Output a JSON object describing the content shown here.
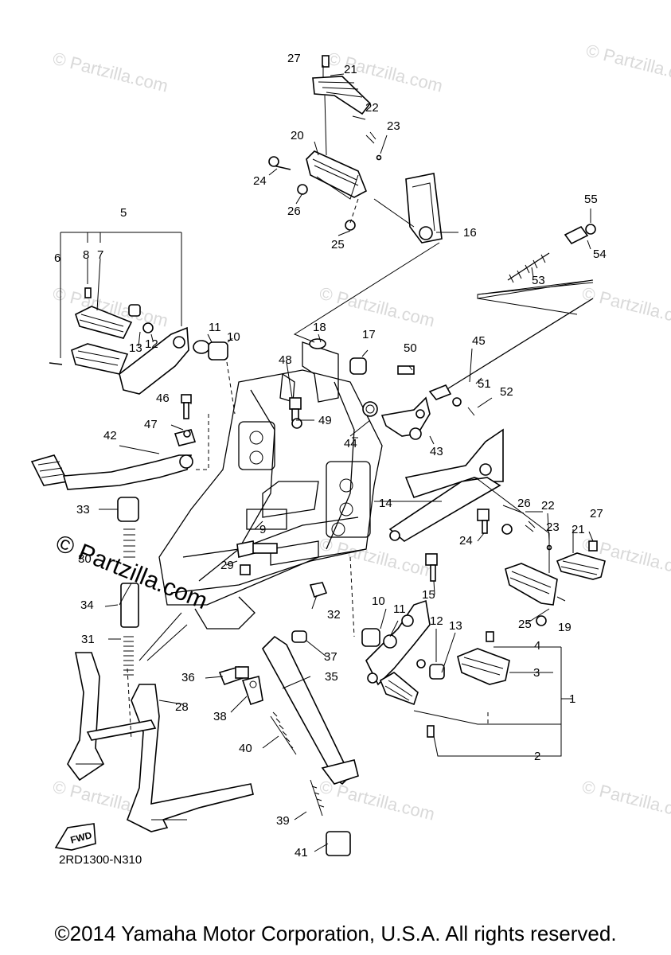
{
  "watermark": {
    "text": "Partzilla.com",
    "symbol": "©"
  },
  "callouts": [
    {
      "id": "c27a",
      "text": "27"
    },
    {
      "id": "c21a",
      "text": "21"
    },
    {
      "id": "c22a",
      "text": "22"
    },
    {
      "id": "c23a",
      "text": "23"
    },
    {
      "id": "c20",
      "text": "20"
    },
    {
      "id": "c24a",
      "text": "24"
    },
    {
      "id": "c26a",
      "text": "26"
    },
    {
      "id": "c25a",
      "text": "25"
    },
    {
      "id": "c16",
      "text": "16"
    },
    {
      "id": "c55",
      "text": "55"
    },
    {
      "id": "c54",
      "text": "54"
    },
    {
      "id": "c53",
      "text": "53"
    },
    {
      "id": "c5",
      "text": "5"
    },
    {
      "id": "c6",
      "text": "6"
    },
    {
      "id": "c8",
      "text": "8"
    },
    {
      "id": "c7",
      "text": "7"
    },
    {
      "id": "c13a",
      "text": "13"
    },
    {
      "id": "c12a",
      "text": "12"
    },
    {
      "id": "c11a",
      "text": "11"
    },
    {
      "id": "c10a",
      "text": "10"
    },
    {
      "id": "c18",
      "text": "18"
    },
    {
      "id": "c17",
      "text": "17"
    },
    {
      "id": "c50",
      "text": "50"
    },
    {
      "id": "c45",
      "text": "45"
    },
    {
      "id": "c46",
      "text": "46"
    },
    {
      "id": "c48",
      "text": "48"
    },
    {
      "id": "c51",
      "text": "51"
    },
    {
      "id": "c52",
      "text": "52"
    },
    {
      "id": "c47",
      "text": "47"
    },
    {
      "id": "c49",
      "text": "49"
    },
    {
      "id": "c44",
      "text": "44"
    },
    {
      "id": "c43",
      "text": "43"
    },
    {
      "id": "c42",
      "text": "42"
    },
    {
      "id": "c14",
      "text": "14"
    },
    {
      "id": "c26b",
      "text": "26"
    },
    {
      "id": "c22b",
      "text": "22"
    },
    {
      "id": "c27b",
      "text": "27"
    },
    {
      "id": "c9",
      "text": "9"
    },
    {
      "id": "c33",
      "text": "33"
    },
    {
      "id": "c23b",
      "text": "23"
    },
    {
      "id": "c24b",
      "text": "24"
    },
    {
      "id": "c21b",
      "text": "21"
    },
    {
      "id": "c30",
      "text": "30"
    },
    {
      "id": "c29",
      "text": "29"
    },
    {
      "id": "c15",
      "text": "15"
    },
    {
      "id": "c34",
      "text": "34"
    },
    {
      "id": "c32",
      "text": "32"
    },
    {
      "id": "c10b",
      "text": "10"
    },
    {
      "id": "c11b",
      "text": "11"
    },
    {
      "id": "c12b",
      "text": "12"
    },
    {
      "id": "c13b",
      "text": "13"
    },
    {
      "id": "c25b",
      "text": "25"
    },
    {
      "id": "c19",
      "text": "19"
    },
    {
      "id": "c4",
      "text": "4"
    },
    {
      "id": "c31",
      "text": "31"
    },
    {
      "id": "c37",
      "text": "37"
    },
    {
      "id": "c36",
      "text": "36"
    },
    {
      "id": "c35",
      "text": "35"
    },
    {
      "id": "c3",
      "text": "3"
    },
    {
      "id": "c1",
      "text": "1"
    },
    {
      "id": "c28",
      "text": "28"
    },
    {
      "id": "c38",
      "text": "38"
    },
    {
      "id": "c40",
      "text": "40"
    },
    {
      "id": "c2",
      "text": "2"
    },
    {
      "id": "c39",
      "text": "39"
    },
    {
      "id": "c41",
      "text": "41"
    }
  ],
  "fwd_label": "FWD",
  "ref_code": "2RD1300-N310",
  "copyright": "©2014 Yamaha Motor Corporation, U.S.A. All rights reserved."
}
